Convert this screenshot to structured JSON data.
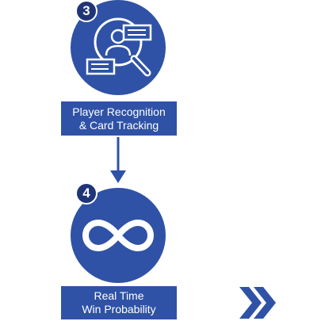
{
  "colors": {
    "primary": "#2f52a6",
    "badge": "#1f3576",
    "text_on_primary": "#ffffff",
    "background": "#ffffff"
  },
  "steps": [
    {
      "number": "3",
      "icon": "user-search-cards-icon",
      "label_lines": [
        "Player Recognition",
        "& Card Tracking"
      ]
    },
    {
      "number": "4",
      "icon": "infinity-icon",
      "label_lines": [
        "Real Time",
        "Win Probability"
      ]
    }
  ],
  "connector": {
    "icon": "arrow-down-icon"
  },
  "next": {
    "icon": "double-chevron-right-icon"
  }
}
